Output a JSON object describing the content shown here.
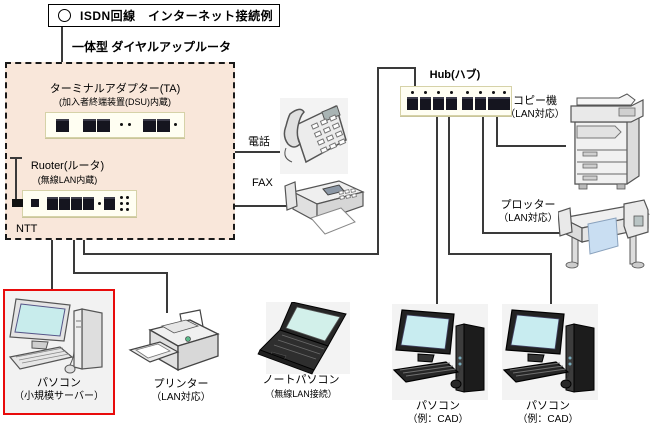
{
  "title": "ISDN回線　インターネット接続例",
  "area": {
    "integrated_router": "一体型 ダイヤルアップルータ",
    "ta_name": "ターミナルアダプター(TA)",
    "ta_sub": "(加入者終端装置(DSU)内蔵)",
    "router_name": "Ruoter(ルータ)",
    "router_sub": "(無線LAN内蔵)",
    "ntt": "NTT"
  },
  "labels": {
    "phone": "電話",
    "fax": "FAX",
    "hub": "Hub(ハブ)"
  },
  "devices": {
    "copier": {
      "name": "コピー機",
      "sub": "（LAN対応）"
    },
    "plotter": {
      "name": "プロッター",
      "sub": "（LAN対応）"
    },
    "server_pc": {
      "name": "パソコン",
      "sub": "（小規模サーバー）"
    },
    "printer": {
      "name": "プリンター",
      "sub": "（LAN対応）"
    },
    "laptop": {
      "name": "ノートパソコン",
      "sub": "（無線LAN接続）"
    },
    "cad_pc_1": {
      "name": "パソコン",
      "sub": "（例：CAD）"
    },
    "cad_pc_2": {
      "name": "パソコン",
      "sub": "（例：CAD）"
    }
  },
  "colors": {
    "area_background": "#f9e7da",
    "highlight_red": "#e80b0b",
    "wire": "#3a3a3a",
    "screen_cyan": "#c8ecec"
  }
}
